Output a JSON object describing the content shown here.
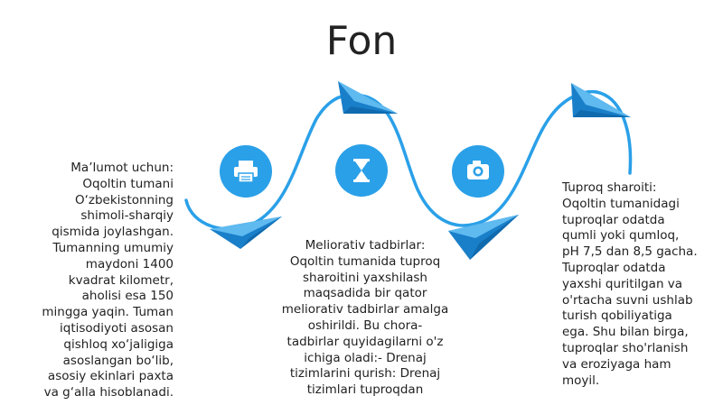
{
  "slide": {
    "title": "Fon",
    "colors": {
      "accent": "#2aa0e8",
      "arrow_dark": "#1a7fc9",
      "arrow_light": "#5fbaf0",
      "text": "#222222"
    },
    "icons": [
      {
        "name": "printer-icon"
      },
      {
        "name": "hourglass-icon"
      },
      {
        "name": "camera-icon"
      }
    ],
    "blocks": {
      "left": "Ma’lumot uchun:\nOqoltin tumani\nO‘zbekistonning\nshimoli-sharqiy\nqismida joylashgan.\nTumanning umumiy\nmaydoni 1400\nkvadrat kilometr,\naholisi esa 150\nmingga yaqin. Tuman\niqtisodiyoti asosan\nqishloq xo‘jaligiga\nasoslangan bo‘lib,\nasosiy ekinlari paxta\nva g‘alla hisoblanadi.",
      "middle": "Meliorativ tadbirlar:\nOqoltin tumanida tuproq\nsharoitini yaxshilash\nmaqsadida bir qator\nmeliorativ tadbirlar amalga\noshirildi. Bu chora-\ntadbirlar quyidagilarni o'z\nichiga oladi:- Drenaj\ntizimlarini qurish: Drenaj\ntizimlari tuproqdan",
      "right": "Tuproq sharoiti:\nOqoltin tumanidagi\ntuproqlar odatda\nqumli yoki qumloq,\npH 7,5 dan 8,5 gacha.\nTuproqlar odatda\nyaxshi quritilgan va\no'rtacha suvni ushlab\nturish qobiliyatiga\nega. Shu bilan birga,\ntuproqlar sho'rlanish\nva eroziyaga ham\nmoyil."
    }
  }
}
